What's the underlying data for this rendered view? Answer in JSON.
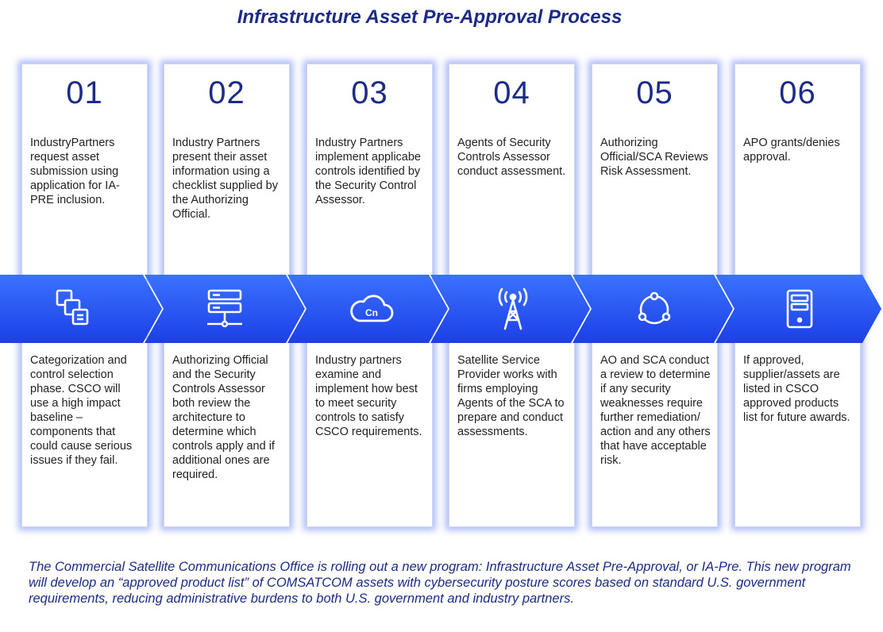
{
  "title": "Infrastructure Asset Pre-Approval Process",
  "steps": [
    {
      "number": "01",
      "top": "IndustryPartners request asset submission using application for IA-PRE inclusion.",
      "icon": "copy-documents-icon",
      "bottom": "Categorization and control selection phase. CSCO will use a high impact baseline – components that could cause serious issues if they fail."
    },
    {
      "number": "02",
      "top": "Industry Partners present their asset information using a checklist supplied by the Authorizing Official.",
      "icon": "server-stack-icon",
      "bottom": "Authorizing Official and the Security Controls Assessor both review the architecture to determine which controls apply and if additional ones are required."
    },
    {
      "number": "03",
      "top": "Industry Partners implement applicabe controls identified by the Security Control Assessor.",
      "icon": "cloud-icon",
      "icon_text": "Cn",
      "bottom": "Industry partners examine and implement how best to meet security controls to satisfy CSCO requirements."
    },
    {
      "number": "04",
      "top": "Agents of Security Controls Assessor conduct assessment.",
      "icon": "satellite-tower-icon",
      "bottom": "Satellite Service Provider works with firms employing Agents of the SCA to prepare and conduct assessments."
    },
    {
      "number": "05",
      "top": "Authorizing Official/SCA Reviews Risk Assessment.",
      "icon": "network-cycle-icon",
      "bottom": "AO and SCA conduct a review to determine if any security weaknesses require further remediation/ action and any others that have acceptable risk."
    },
    {
      "number": "06",
      "top": "APO grants/denies approval.",
      "icon": "server-tower-icon",
      "bottom": "If approved, supplier/assets are listed in CSCO approved products list for future awards."
    }
  ],
  "footer": "The Commercial Satellite Communications Office is rolling out a new program: Infrastructure Asset Pre-Approval, or IA-Pre. This new program will develop an “approved product list” of COMSATCOM assets with cybersecurity posture scores based on standard U.S. government requirements, reducing administrative burdens to both U.S. government and industry partners.",
  "colors": {
    "title": "#1c2c86",
    "band_start": "#2b63ff",
    "band_end": "#1d3fe8",
    "card_glow": "#4669f0"
  }
}
